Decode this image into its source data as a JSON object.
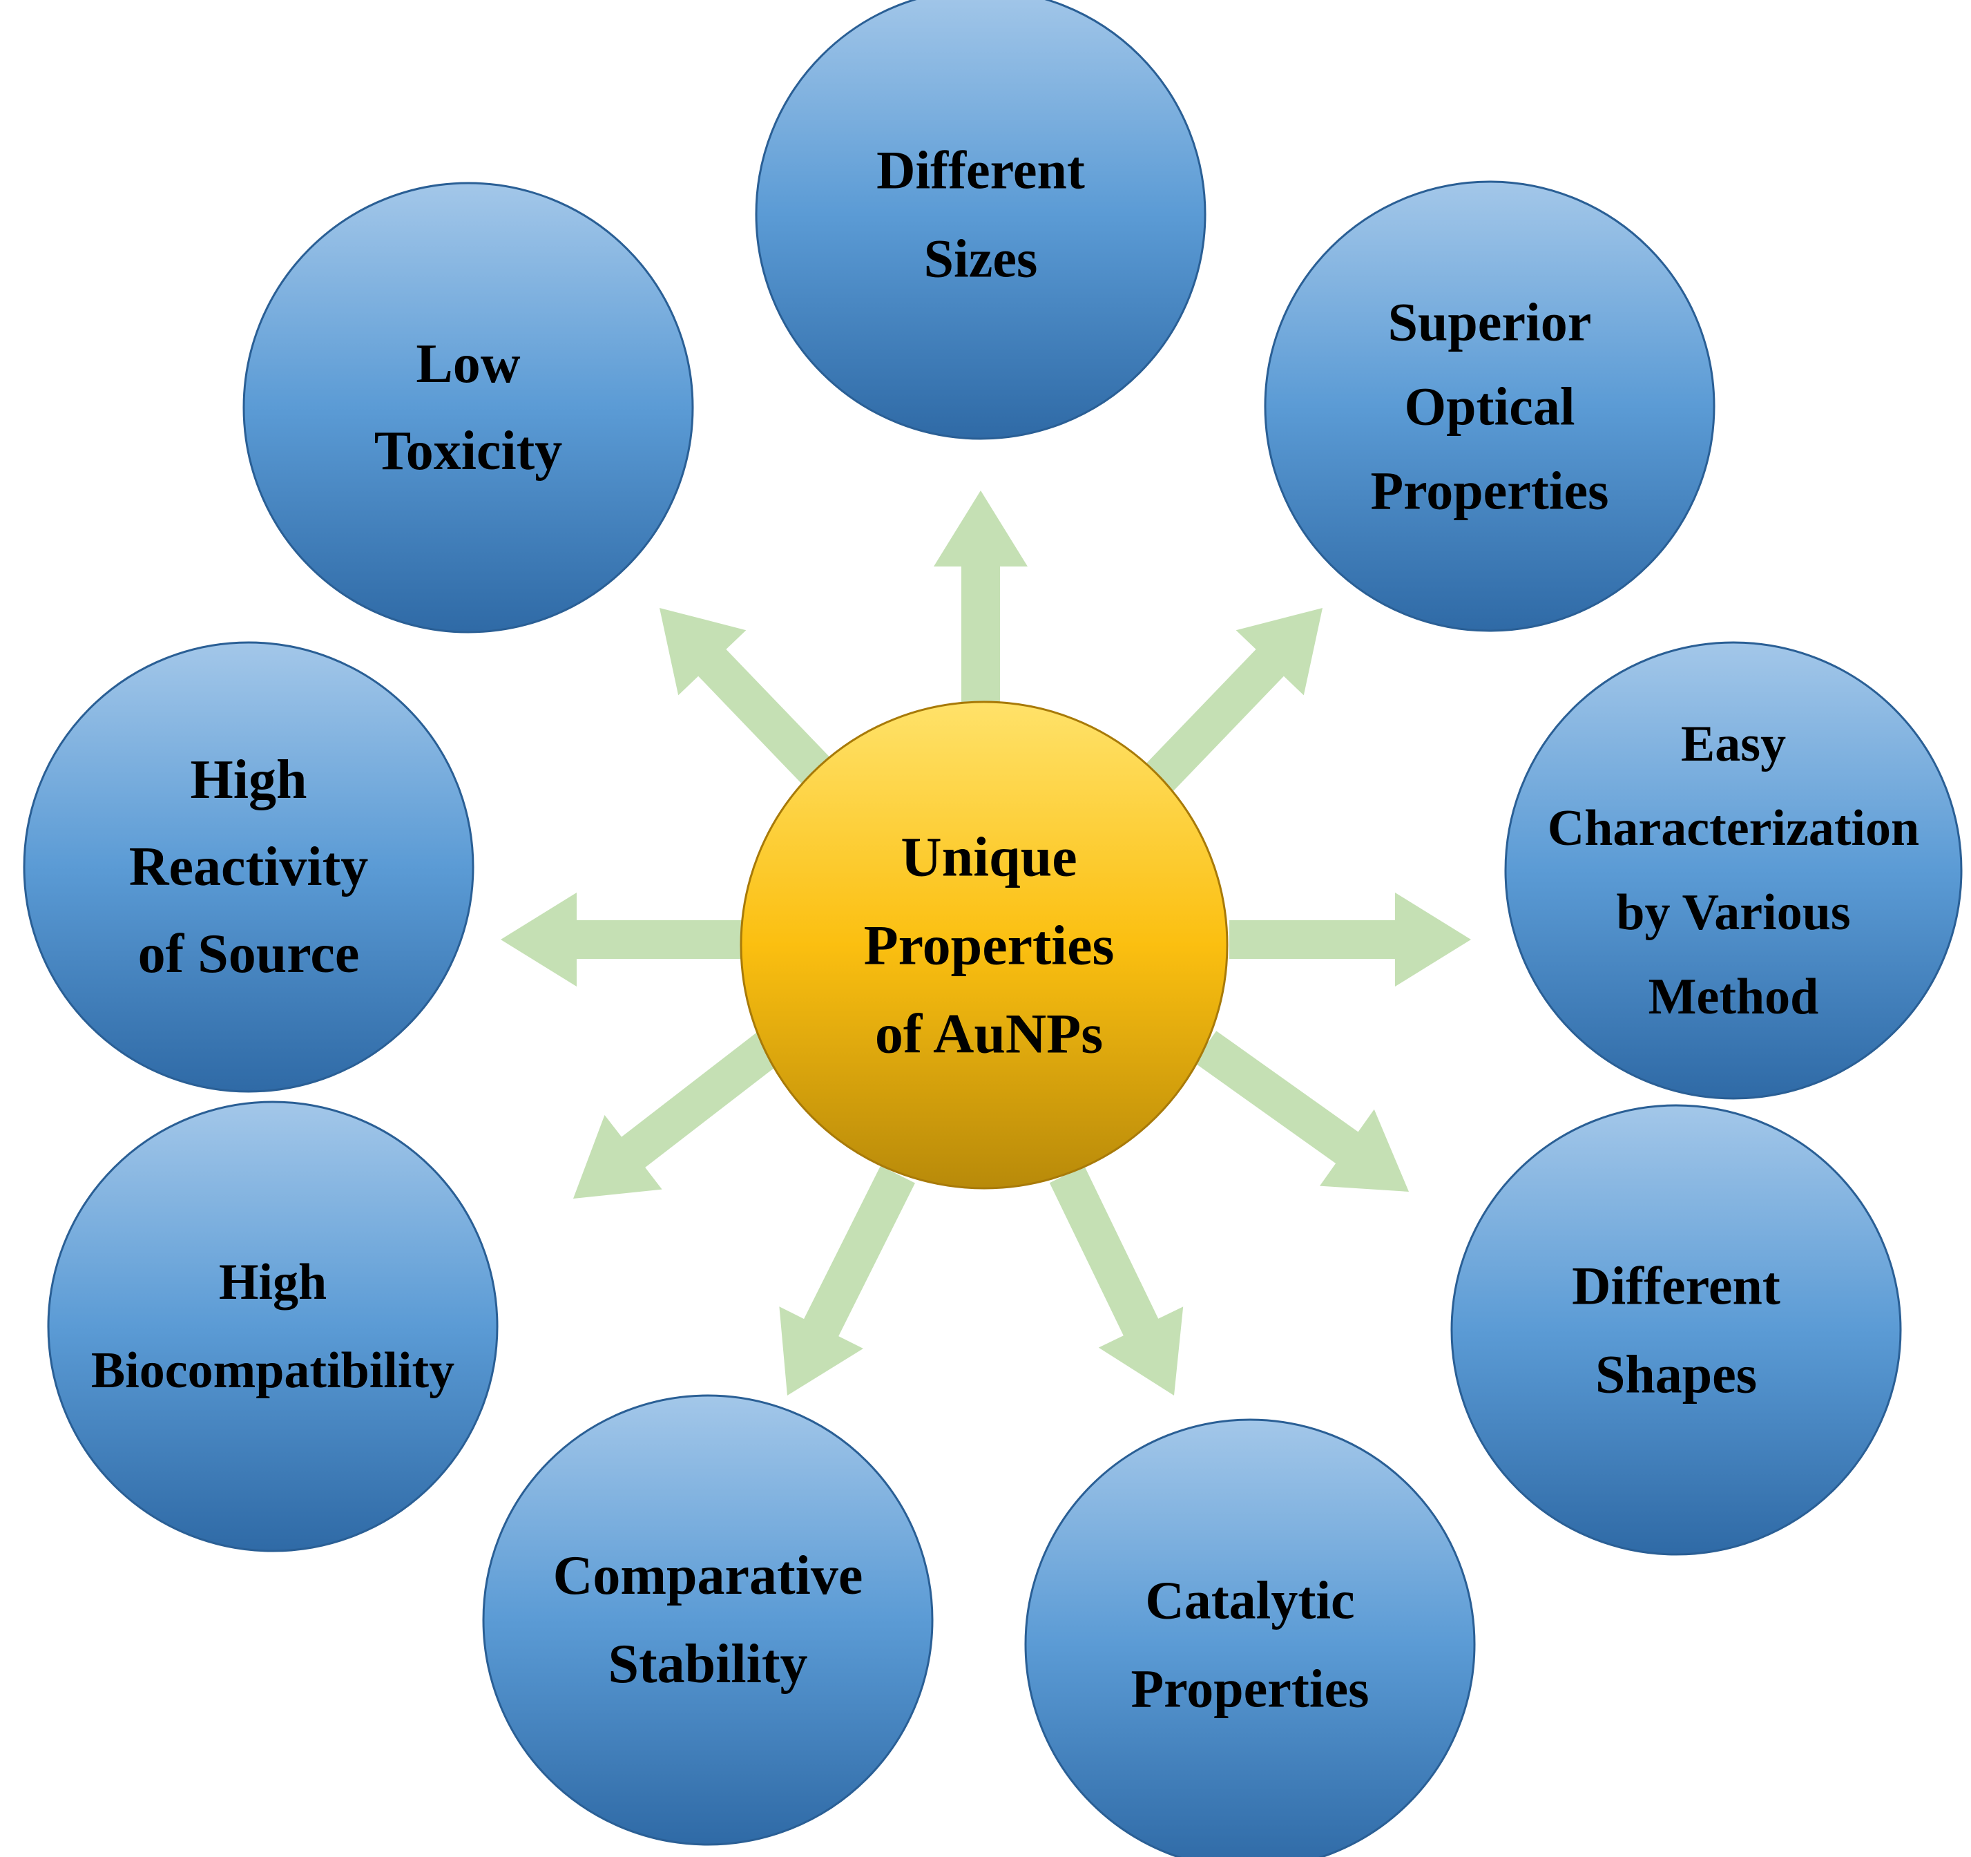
{
  "center": {
    "lines": [
      "Unique",
      "Properties",
      "of AuNPs"
    ]
  },
  "nodes": [
    {
      "id": "different-sizes",
      "lines": [
        "Different",
        "Sizes"
      ]
    },
    {
      "id": "superior-optical-properties",
      "lines": [
        "Superior",
        "Optical",
        "Properties"
      ]
    },
    {
      "id": "easy-characterization",
      "lines": [
        "Easy",
        "Characterization",
        "by Various",
        "Method"
      ]
    },
    {
      "id": "different-shapes",
      "lines": [
        "Different",
        "Shapes"
      ]
    },
    {
      "id": "catalytic-properties",
      "lines": [
        "Catalytic",
        "Properties"
      ]
    },
    {
      "id": "comparative-stability",
      "lines": [
        "Comparative",
        "Stability"
      ]
    },
    {
      "id": "high-biocompatibility",
      "lines": [
        "High",
        "Biocompatibility"
      ]
    },
    {
      "id": "high-reactivity-of-source",
      "lines": [
        "High",
        "Reactivity",
        "of Source"
      ]
    },
    {
      "id": "low-toxicity",
      "lines": [
        "Low",
        "Toxicity"
      ]
    }
  ],
  "colors": {
    "node_top": "#a3c7e9",
    "node_mid": "#5b9bd5",
    "node_bottom": "#2f6aa6",
    "center_top": "#ffe26a",
    "center_mid": "#fbbf10",
    "center_bottom": "#b88a0a",
    "arrow": "#c5e0b4",
    "text": "#000000"
  }
}
